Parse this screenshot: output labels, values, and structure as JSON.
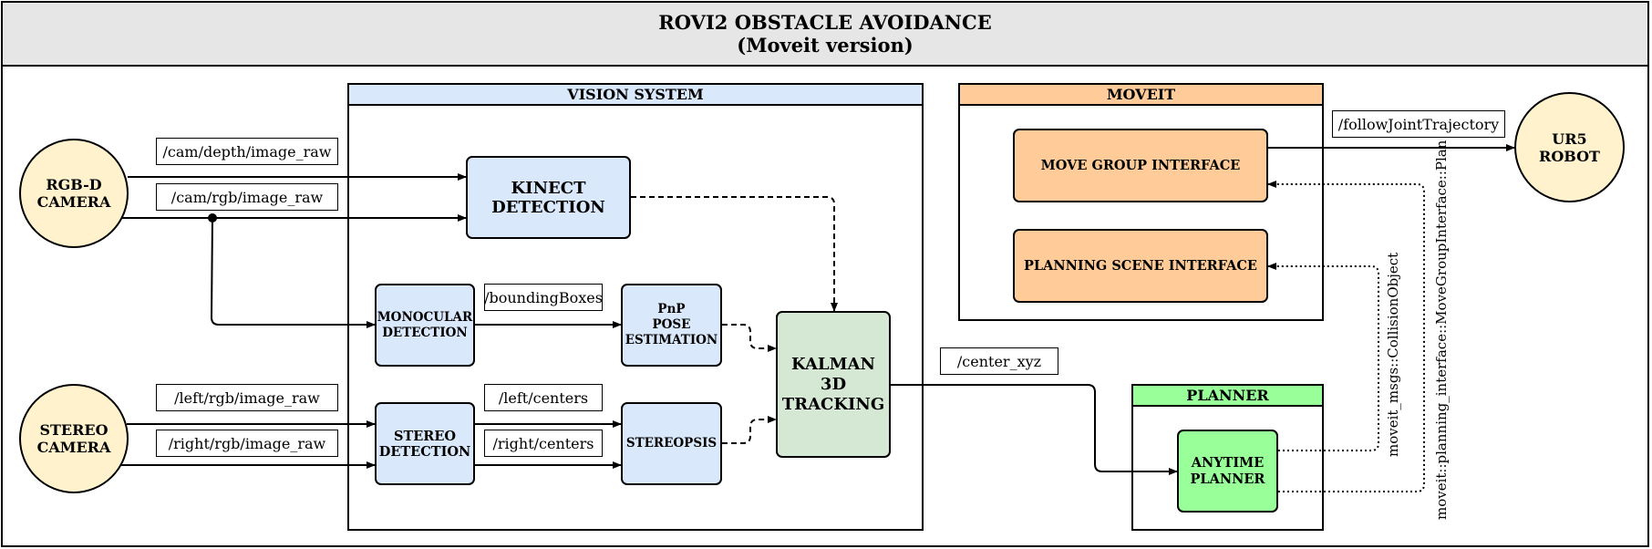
{
  "header": {
    "title": "ROVI2 OBSTACLE AVOIDANCE",
    "subtitle": "(Moveit version)"
  },
  "panels": {
    "vision": "VISION SYSTEM",
    "moveit": "MOVEIT",
    "planner": "PLANNER"
  },
  "nodes": {
    "rgbd_camera": "RGB-D\nCAMERA",
    "stereo_camera": "STEREO\nCAMERA",
    "ur5_robot": "UR5\nROBOT",
    "kinect_detection": "KINECT\nDETECTION",
    "monocular_detection": "MONOCULAR\nDETECTION",
    "pnp_pose": "PnP\nPOSE\nESTIMATION",
    "stereo_detection": "STEREO\nDETECTION",
    "stereopsis": "STEREOPSIS",
    "kalman": "KALMAN\n3D\nTRACKING",
    "move_group": "MOVE GROUP INTERFACE",
    "planning_scene": "PLANNING SCENE INTERFACE",
    "anytime_planner": "ANYTIME\nPLANNER"
  },
  "topics": {
    "cam_depth": "/cam/depth/image_raw",
    "cam_rgb": "/cam/rgb/image_raw",
    "left_rgb": "/left/rgb/image_raw",
    "right_rgb": "/right/rgb/image_raw",
    "bounding_boxes": "/boundingBoxes",
    "left_centers": "/left/centers",
    "right_centers": "/right/centers",
    "center_xyz": "/center_xyz",
    "follow_joint": "/followJointTrajectory",
    "collision_object": "moveit_msgs::CollisionObject",
    "plan": "moveit::planning_interface::MoveGroupInterface::Plan"
  },
  "colors": {
    "camera": "#fff2cc",
    "vision": "#dae8fc",
    "moveit": "#ffcc99",
    "planner": "#99ff99",
    "kalman": "#d5e8d4",
    "header": "#e6e6e6"
  }
}
